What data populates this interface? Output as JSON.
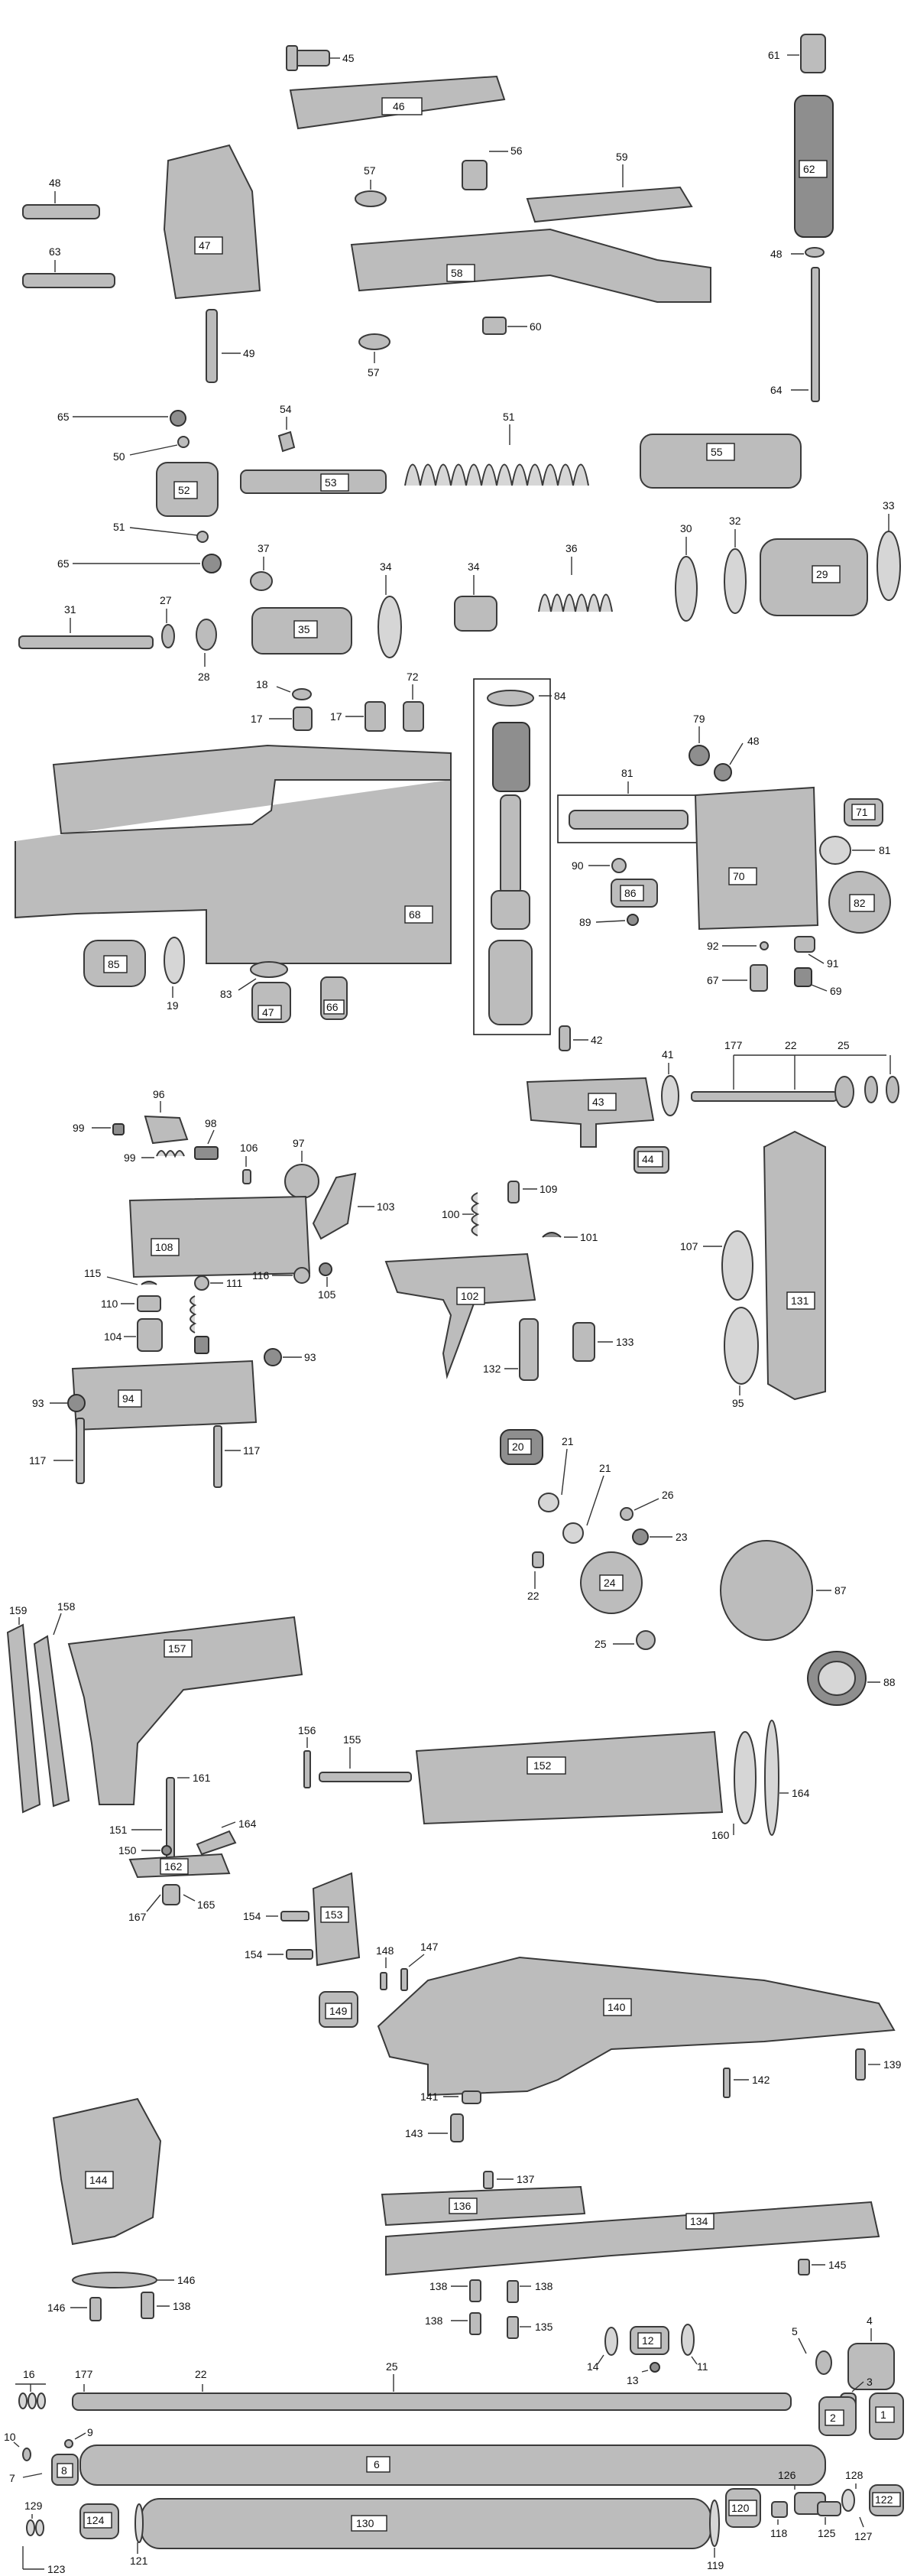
{
  "diagram": {
    "boxed_labels": [
      "46",
      "62",
      "47",
      "58",
      "52",
      "53",
      "55",
      "35",
      "29",
      "68",
      "85",
      "47",
      "66",
      "70",
      "71",
      "82",
      "86",
      "43",
      "44",
      "108",
      "102",
      "131",
      "94",
      "20",
      "24",
      "157",
      "152",
      "162",
      "153",
      "149",
      "140",
      "144",
      "136",
      "134",
      "12",
      "2",
      "1",
      "8",
      "6",
      "122",
      "120",
      "124",
      "130"
    ],
    "callout_labels": [
      "45",
      "61",
      "56",
      "57",
      "59",
      "48",
      "48",
      "63",
      "60",
      "57",
      "49",
      "64",
      "65",
      "50",
      "54",
      "51",
      "51",
      "65",
      "37",
      "34",
      "34",
      "36",
      "30",
      "32",
      "33",
      "27",
      "31",
      "28",
      "18",
      "17",
      "17",
      "72",
      "19",
      "83",
      "84",
      "79",
      "48",
      "81",
      "81",
      "90",
      "89",
      "92",
      "91",
      "67",
      "69",
      "42",
      "41",
      "177",
      "22",
      "25",
      "96",
      "99",
      "98",
      "99",
      "106",
      "97",
      "103",
      "109",
      "100",
      "101",
      "107",
      "95",
      "115",
      "111",
      "110",
      "116",
      "105",
      "104",
      "132",
      "133",
      "93",
      "93",
      "117",
      "117",
      "21",
      "21",
      "26",
      "23",
      "22",
      "25",
      "87",
      "88",
      "159",
      "158",
      "156",
      "155",
      "160",
      "164",
      "161",
      "164",
      "151",
      "150",
      "167",
      "165",
      "154",
      "154",
      "148",
      "147",
      "139",
      "142",
      "141",
      "143",
      "137",
      "145",
      "146",
      "146",
      "138",
      "138",
      "138",
      "138",
      "135",
      "14",
      "13",
      "11",
      "5",
      "4",
      "16",
      "177",
      "22",
      "25",
      "3",
      "9",
      "10",
      "7",
      "126",
      "128",
      "118",
      "125",
      "127",
      "129",
      "119",
      "121",
      "123"
    ]
  }
}
